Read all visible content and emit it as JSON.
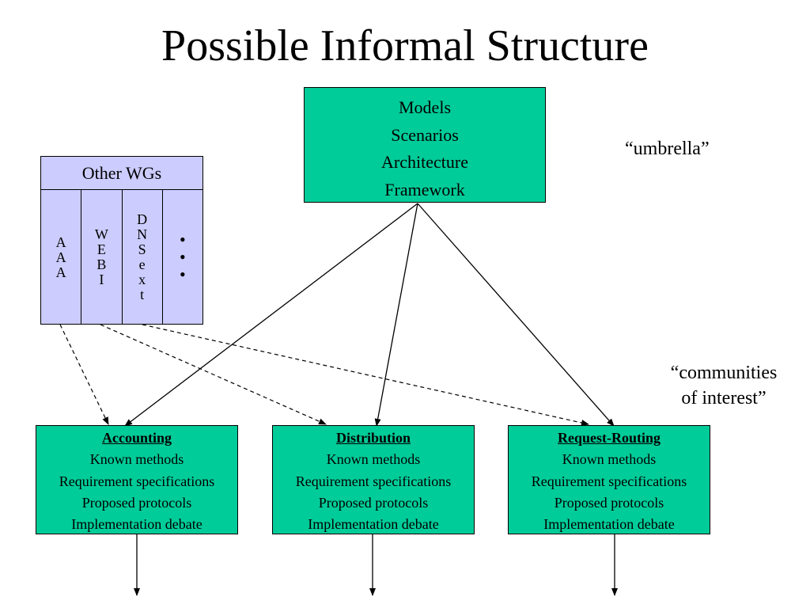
{
  "title": "Possible Informal Structure",
  "umbrella_box": {
    "lines": [
      "Models",
      "Scenarios",
      "Architecture",
      "Framework"
    ]
  },
  "other_wgs": {
    "header": "Other WGs",
    "columns": [
      {
        "letters": [
          "A",
          "A",
          "A"
        ]
      },
      {
        "letters": [
          "W",
          "E",
          "B",
          "I"
        ]
      },
      {
        "letters": [
          "D",
          "N",
          "S",
          "e",
          "x",
          "t"
        ]
      },
      {
        "letters": [
          "•",
          "•",
          "•"
        ]
      }
    ]
  },
  "annotations": {
    "umbrella": "“umbrella”",
    "communities_line1": "“communities",
    "communities_line2": "of interest”"
  },
  "communities": [
    {
      "title": "Accounting",
      "items": [
        "Known methods",
        "Requirement specifications",
        "Proposed protocols",
        "Implementation debate"
      ]
    },
    {
      "title": "Distribution",
      "items": [
        "Known methods",
        "Requirement specifications",
        "Proposed protocols",
        "Implementation debate"
      ]
    },
    {
      "title": "Request-Routing",
      "items": [
        "Known methods",
        "Requirement specifications",
        "Proposed protocols",
        "Implementation debate"
      ]
    }
  ]
}
